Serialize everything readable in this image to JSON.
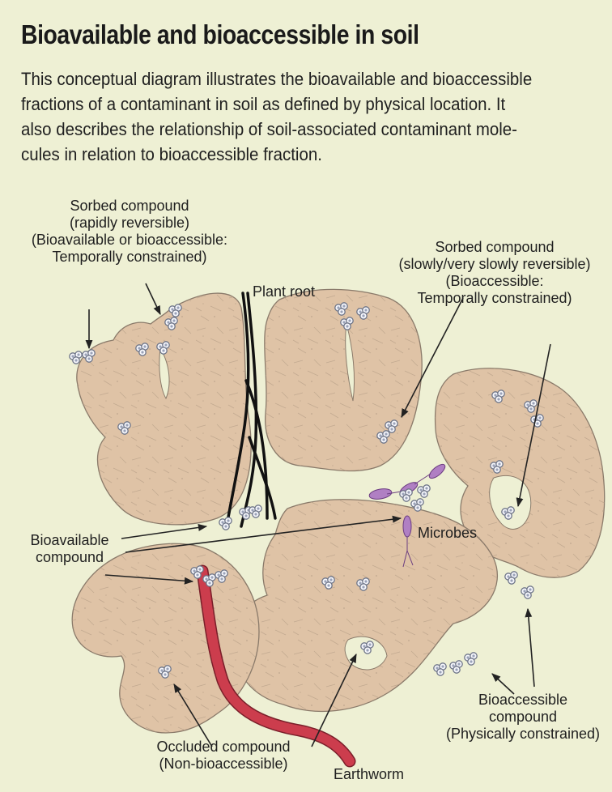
{
  "title": "Bioavailable and bioaccessible in soil",
  "intro_lines": [
    "This conceptual diagram illustrates the bioavailable and bioaccessible",
    "fractions of a contaminant in soil as defined by physical location. It",
    "also describes the relationship of soil-associated contaminant mole-",
    "cules in relation to bioaccessible fraction."
  ],
  "labels": {
    "sorbed_rapid": [
      "Sorbed compound",
      "(rapidly reversible)",
      "(Bioavailable or bioaccessible:",
      "Temporally constrained)"
    ],
    "plant_root": "Plant root",
    "sorbed_slow": [
      "Sorbed compound",
      "(slowly/very slowly reversible)",
      "(Bioaccessible:",
      "Temporally constrained)"
    ],
    "bioavailable": [
      "Bioavailable",
      "compound"
    ],
    "microbes": "Microbes",
    "bioaccessible": [
      "Bioaccessible",
      "compound",
      "(Physically constrained)"
    ],
    "occluded": [
      "Occluded compound",
      "(Non-bioaccessible)"
    ],
    "earthworm": "Earthworm"
  },
  "colors": {
    "background": "#eef0d4",
    "soil": "#dfc3a6",
    "soil_stroke": "#8a7a6a",
    "earthworm": "#cc3d4d",
    "microbe": "#b07fc3",
    "molecule": "#9aa2b8"
  }
}
